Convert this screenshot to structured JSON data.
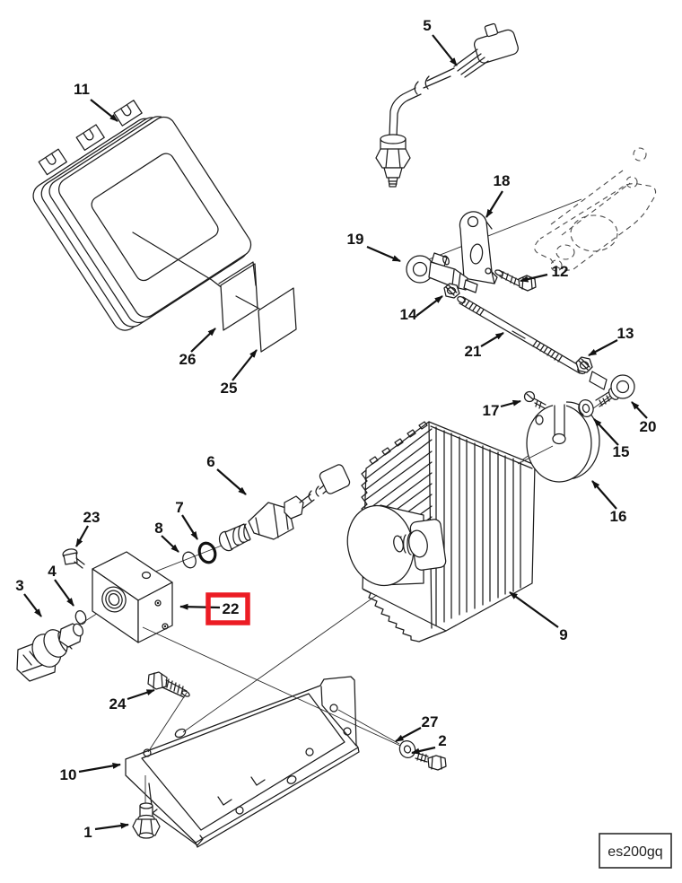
{
  "figure": {
    "type": "exploded-parts-diagram",
    "drawing_code": "es200gq",
    "highlight_color": "#ec1c24",
    "highlighted_callout": "22"
  },
  "callouts": {
    "c1": {
      "label": "1"
    },
    "c2": {
      "label": "2"
    },
    "c3": {
      "label": "3"
    },
    "c4": {
      "label": "4"
    },
    "c5": {
      "label": "5"
    },
    "c6": {
      "label": "6"
    },
    "c7": {
      "label": "7"
    },
    "c8": {
      "label": "8"
    },
    "c9": {
      "label": "9"
    },
    "c10": {
      "label": "10"
    },
    "c11": {
      "label": "11"
    },
    "c12": {
      "label": "12"
    },
    "c13": {
      "label": "13"
    },
    "c14": {
      "label": "14"
    },
    "c15": {
      "label": "15"
    },
    "c16": {
      "label": "16"
    },
    "c17": {
      "label": "17"
    },
    "c18": {
      "label": "18"
    },
    "c19": {
      "label": "19"
    },
    "c20": {
      "label": "20"
    },
    "c21": {
      "label": "21"
    },
    "c22": {
      "label": "22"
    },
    "c23": {
      "label": "23"
    },
    "c24": {
      "label": "24"
    },
    "c25": {
      "label": "25"
    },
    "c26": {
      "label": "26"
    },
    "c27": {
      "label": "27"
    }
  }
}
